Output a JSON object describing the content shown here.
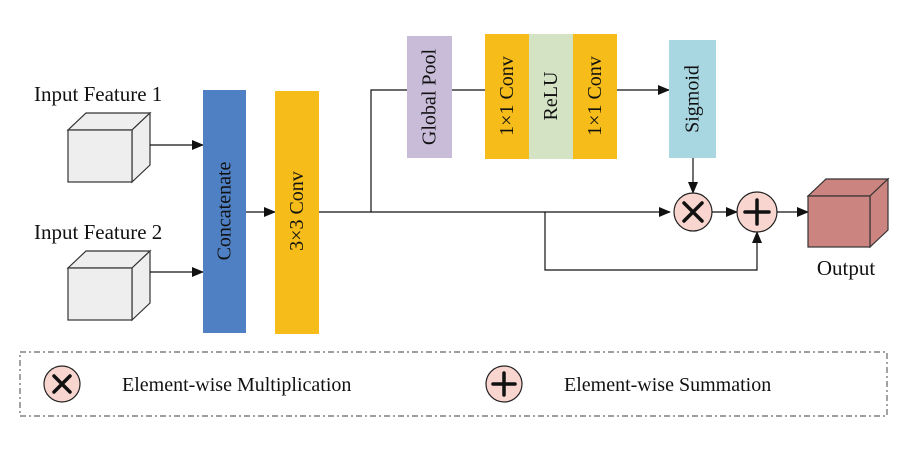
{
  "inputs": {
    "feature1": "Input Feature 1",
    "feature2": "Input Feature 2"
  },
  "blocks": {
    "concatenate": "Concatenate",
    "conv3x3": "3×3 Conv",
    "global_pool": "Global Pool",
    "conv1x1_a": "1×1 Conv",
    "relu": "ReLU",
    "conv1x1_b": "1×1 Conv",
    "sigmoid": "Sigmoid"
  },
  "output": {
    "label": "Output"
  },
  "legend": {
    "multiplication": "Element-wise Multiplication",
    "summation": "Element-wise Summation"
  },
  "colors": {
    "concatenate": "#5080c4",
    "conv": "#f6bd1a",
    "global_pool": "#c8bcd8",
    "relu": "#d4e3c4",
    "sigmoid": "#a8d7e2",
    "operator": "#f8d5ce",
    "input_cube": "#eeeeee",
    "output_cube": "#cc8480"
  }
}
